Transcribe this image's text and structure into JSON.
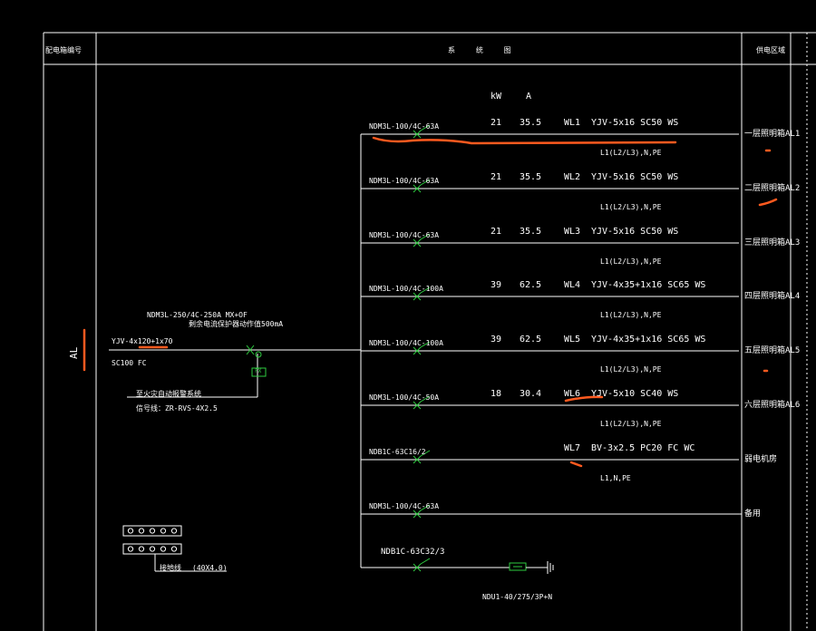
{
  "colors": {
    "background": "#000000",
    "line": "#ffffff",
    "breaker": "#2ecc40",
    "markup": "#ff5a1f"
  },
  "header": {
    "col1": "配电箱编号",
    "col2": "系 统 图",
    "col3": "供电区域"
  },
  "panel": {
    "name": "AL"
  },
  "units": {
    "kw": "kW",
    "a": "A"
  },
  "incoming": {
    "breaker": "NDM3L-250/4C-250A MX+OF",
    "rcd_note": "剩余电流保护器动作值500mA",
    "cable": "YJV-4x120+1x70",
    "conduit": "SC100 FC",
    "shunt_box": "FX",
    "fire_note": "至火灾自动报警系统",
    "signal_cable": "信号线：ZR-RVS-4X2.5"
  },
  "circuits": [
    {
      "breaker": "NDM3L-100/4C-63A",
      "kw": "21",
      "a": "35.5",
      "wl": "WL1",
      "cable": "YJV-5x16 SC50 WS",
      "phases": "L1(L2/L3),N,PE",
      "area": "一层照明箱AL1"
    },
    {
      "breaker": "NDM3L-100/4C-63A",
      "kw": "21",
      "a": "35.5",
      "wl": "WL2",
      "cable": "YJV-5x16 SC50 WS",
      "phases": "L1(L2/L3),N,PE",
      "area": "二层照明箱AL2"
    },
    {
      "breaker": "NDM3L-100/4C-63A",
      "kw": "21",
      "a": "35.5",
      "wl": "WL3",
      "cable": "YJV-5x16 SC50 WS",
      "phases": "L1(L2/L3),N,PE",
      "area": "三层照明箱AL3"
    },
    {
      "breaker": "NDM3L-100/4C-100A",
      "kw": "39",
      "a": "62.5",
      "wl": "WL4",
      "cable": "YJV-4x35+1x16 SC65 WS",
      "phases": "L1(L2/L3),N,PE",
      "area": "四层照明箱AL4"
    },
    {
      "breaker": "NDM3L-100/4C-100A",
      "kw": "39",
      "a": "62.5",
      "wl": "WL5",
      "cable": "YJV-4x35+1x16 SC65 WS",
      "phases": "L1(L2/L3),N,PE",
      "area": "五层照明箱AL5"
    },
    {
      "breaker": "NDM3L-100/4C-50A",
      "kw": "18",
      "a": "30.4",
      "wl": "WL6",
      "cable": "YJV-5x10 SC40 WS",
      "phases": "L1(L2/L3),N,PE",
      "area": "六层照明箱AL6"
    },
    {
      "breaker": "NDB1C-63C16/2",
      "kw": "",
      "a": "",
      "wl": "WL7",
      "cable": "BV-3x2.5 PC20 FC WC",
      "phases": "L1,N,PE",
      "area": "弱电机房"
    },
    {
      "breaker": "NDM3L-100/4C-63A",
      "kw": "",
      "a": "",
      "wl": "",
      "cable": "",
      "phases": "",
      "area": "备用"
    }
  ],
  "spd": {
    "breaker": "NDB1C-63C32/3",
    "device": "NDU1-40/275/3P+N"
  },
  "busbar": {
    "label": "接地线",
    "size": "(40X4.0)"
  }
}
